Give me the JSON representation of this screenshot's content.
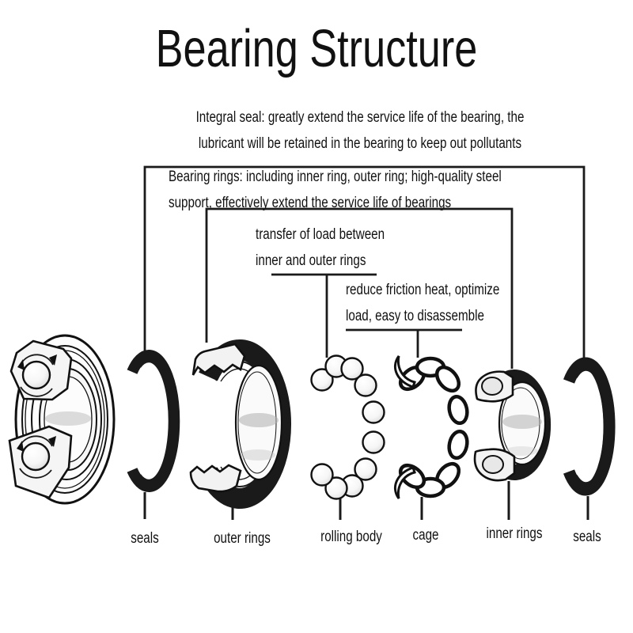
{
  "title": "Bearing Structure",
  "annotations": {
    "integral_seal": {
      "line1": "Integral seal: greatly extend the service life of the bearing, the",
      "line2": "lubricant will be retained in the bearing to keep out pollutants"
    },
    "bearing_rings": {
      "line1": "Bearing rings: including inner ring, outer ring; high-quality steel",
      "line2": "support, effectively extend the service life of bearings"
    },
    "load_transfer": {
      "line1": "transfer of load between",
      "line2": "inner and outer rings"
    },
    "friction": {
      "line1": "reduce friction heat, optimize",
      "line2": "load, easy to disassemble"
    }
  },
  "part_labels": {
    "seals_left": "seals",
    "outer_rings": "outer rings",
    "rolling_body": "rolling body",
    "cage": "cage",
    "inner_rings": "inner rings",
    "seals_right": "seals"
  },
  "colors": {
    "ink": "#111111",
    "background": "#ffffff",
    "shade_gray": "#b9b9b9"
  }
}
